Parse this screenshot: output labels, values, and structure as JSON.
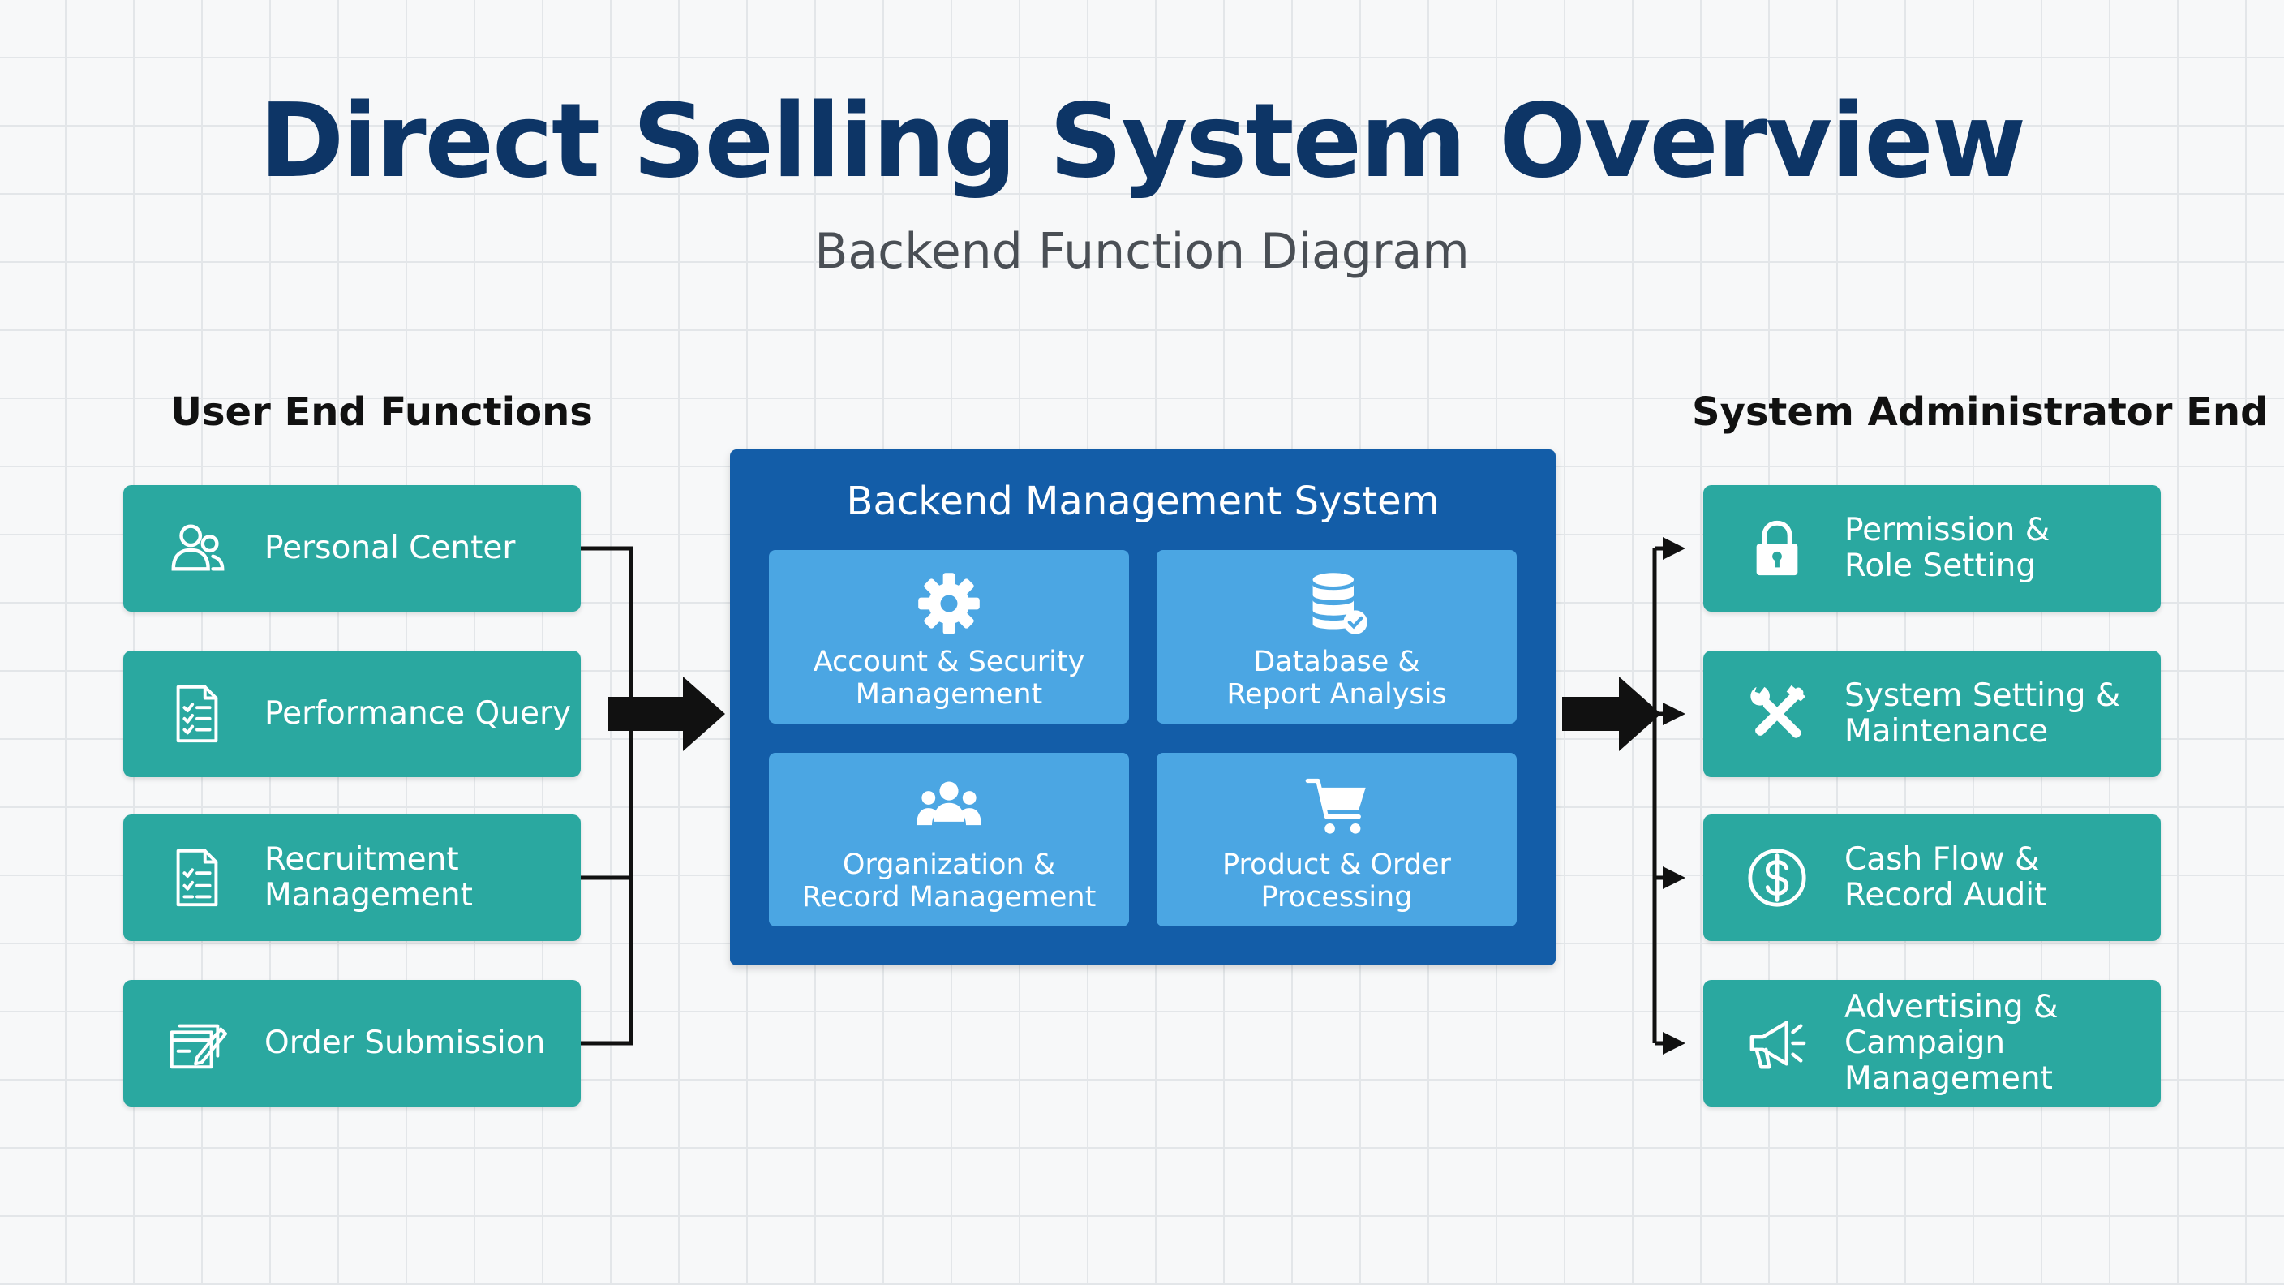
{
  "title": "Direct Selling System Overview",
  "subtitle": "Backend Function Diagram",
  "user_end": {
    "heading": "User End Functions",
    "items": [
      {
        "label": "Personal Center",
        "icon": "users-icon"
      },
      {
        "label": "Performance Query",
        "icon": "checklist-icon"
      },
      {
        "label": "Recruitment\nManagement",
        "icon": "document-list-icon"
      },
      {
        "label": "Order Submission",
        "icon": "order-edit-icon"
      }
    ]
  },
  "backend": {
    "title": "Backend Management System",
    "modules": [
      {
        "label": "Account & Security\nManagement",
        "icon": "gear-icon"
      },
      {
        "label": "Database &\nReport Analysis",
        "icon": "database-icon"
      },
      {
        "label": "Organization &\nRecord Management",
        "icon": "team-icon"
      },
      {
        "label": "Product & Order\nProcessing",
        "icon": "cart-icon"
      }
    ]
  },
  "admin_end": {
    "heading": "System Administrator End",
    "items": [
      {
        "label": "Permission &\nRole Setting",
        "icon": "lock-icon"
      },
      {
        "label": "System Setting &\nMaintenance",
        "icon": "tools-icon"
      },
      {
        "label": "Cash Flow &\nRecord Audit",
        "icon": "dollar-icon"
      },
      {
        "label": "Advertising & Campaign\nManagement",
        "icon": "megaphone-icon"
      }
    ]
  },
  "colors": {
    "title": "#0d3566",
    "card": "#2aa8a0",
    "backend": "#135da8",
    "module": "#4ba6e3",
    "connector": "#111111"
  }
}
